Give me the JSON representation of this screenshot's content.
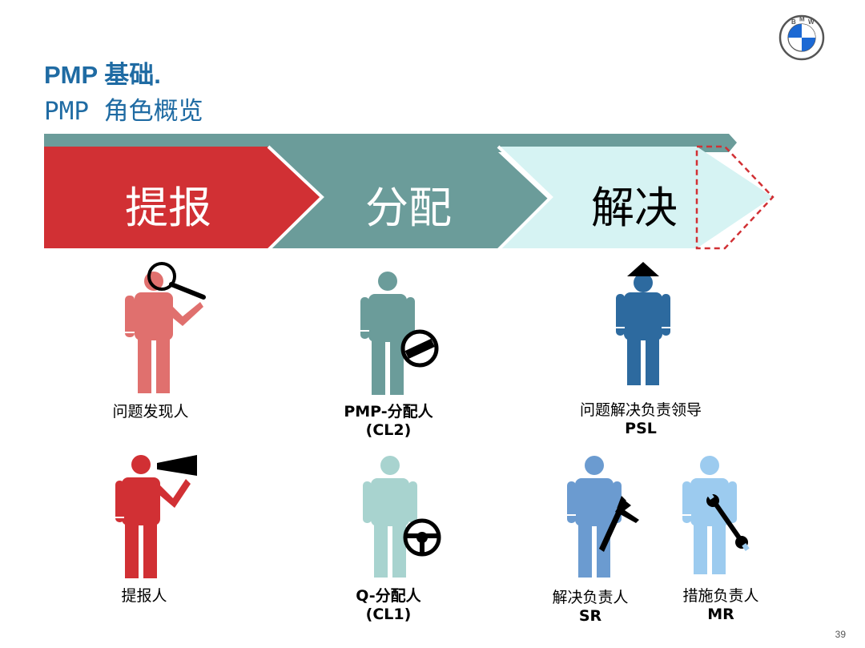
{
  "header": {
    "title_line1": "PMP 基础.",
    "title_line2": "PMP 角色概览",
    "logo_letters": [
      "B",
      "M",
      "W"
    ]
  },
  "process": {
    "stages": [
      {
        "label": "提报",
        "color": "#d13034",
        "text_color": "#ffffff"
      },
      {
        "label": "分配",
        "color": "#6b9c9a",
        "text_color": "#ffffff"
      },
      {
        "label": "解决",
        "color": "#d6f3f3",
        "text_color": "#000000"
      }
    ],
    "bar_color": "#6b9c9a",
    "dashed_color": "#d13034"
  },
  "roles": [
    {
      "id": "finder",
      "line1": "问题发现人",
      "line2": "",
      "color": "#e0706e",
      "icon": "magnifier-icon"
    },
    {
      "id": "pmp-assigner",
      "line1": "PMP-分配人",
      "line2": "(CL2)",
      "color": "#6b9c9a",
      "icon": "steering-wheel-icon"
    },
    {
      "id": "psl",
      "line1": "问题解决负责领导",
      "line2": "PSL",
      "color": "#2d6a9f",
      "icon": "hat-icon"
    },
    {
      "id": "reporter",
      "line1": "提报人",
      "line2": "",
      "color": "#d13034",
      "icon": "megaphone-icon"
    },
    {
      "id": "q-assigner",
      "line1": "Q-分配人",
      "line2": "(CL1)",
      "color": "#a8d3cf",
      "icon": "steering-wheel-icon"
    },
    {
      "id": "sr",
      "line1": "解决负责人",
      "line2": "SR",
      "color": "#6b9bd0",
      "icon": "pliers-icon"
    },
    {
      "id": "mr",
      "line1": "措施负责人",
      "line2": "MR",
      "color": "#9ccbef",
      "icon": "wrench-icon"
    }
  ],
  "footer": {
    "page_number": "39"
  }
}
